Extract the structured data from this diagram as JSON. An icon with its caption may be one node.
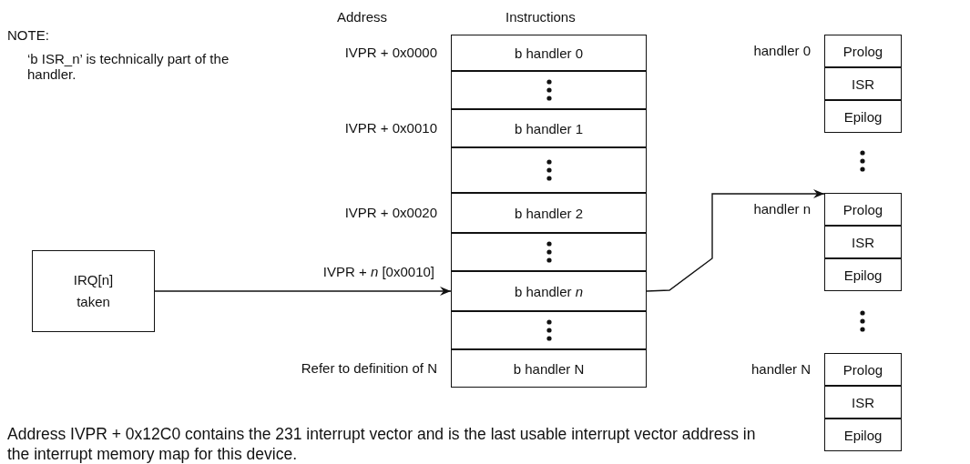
{
  "diagram": {
    "nodes": [
      {
        "text": [
          "IRQ[n] taken"
        ]
      },
      {
        "text": [
          "b handler 0"
        ],
        "beside": [
          "IVPR + 0x0000"
        ]
      },
      {
        "text": [],
        "shape": "box"
      },
      {
        "text": [
          "b handler 1"
        ],
        "beside": [
          "IVPR + 0x0010"
        ]
      },
      {
        "text": [],
        "shape": "box"
      },
      {
        "text": [
          "b handler 2"
        ],
        "beside": [
          "IVPR + 0x0020"
        ]
      },
      {
        "text": [],
        "shape": "box"
      },
      {
        "text": [
          "b handler *n*"
        ]
      },
      {
        "text": [],
        "shape": "box"
      },
      {
        "text": [
          "b handler N"
        ],
        "beside": [
          "Refer to definition of N"
        ]
      },
      {
        "text": [
          "Prolog"
        ],
        "beside": [
          "handler 0"
        ]
      },
      {
        "text": [
          "ISR"
        ]
      },
      {
        "text": [
          "Epilog"
        ]
      },
      {
        "text": [
          "Prolog"
        ],
        "beside": [
          "handler n"
        ]
      },
      {
        "text": [
          "ISR"
        ]
      },
      {
        "text": [
          "Epilog"
        ]
      },
      {
        "text": [
          "Prolog"
        ],
        "beside": [
          "handler N"
        ]
      },
      {
        "text": [
          "ISR"
        ]
      },
      {
        "text": [
          "Epilog"
        ]
      }
    ],
    "edges": [
      {
        "from": 0,
        "to": 7,
        "arrow": "to",
        "label": "IVPR + *n* [0x0010]"
      },
      {
        "from": 7,
        "to": 13,
        "arrow": "to"
      }
    ],
    "labels": [
      "Address",
      "Instructions",
      "NOTE:",
      "‘b ISR_n’ is technically part of the handler.",
      "Address IVPR + 0x12C0 contains the 231 interrupt vector and is the last usable interrupt vector address in the interrupt memory map for this device."
    ]
  }
}
